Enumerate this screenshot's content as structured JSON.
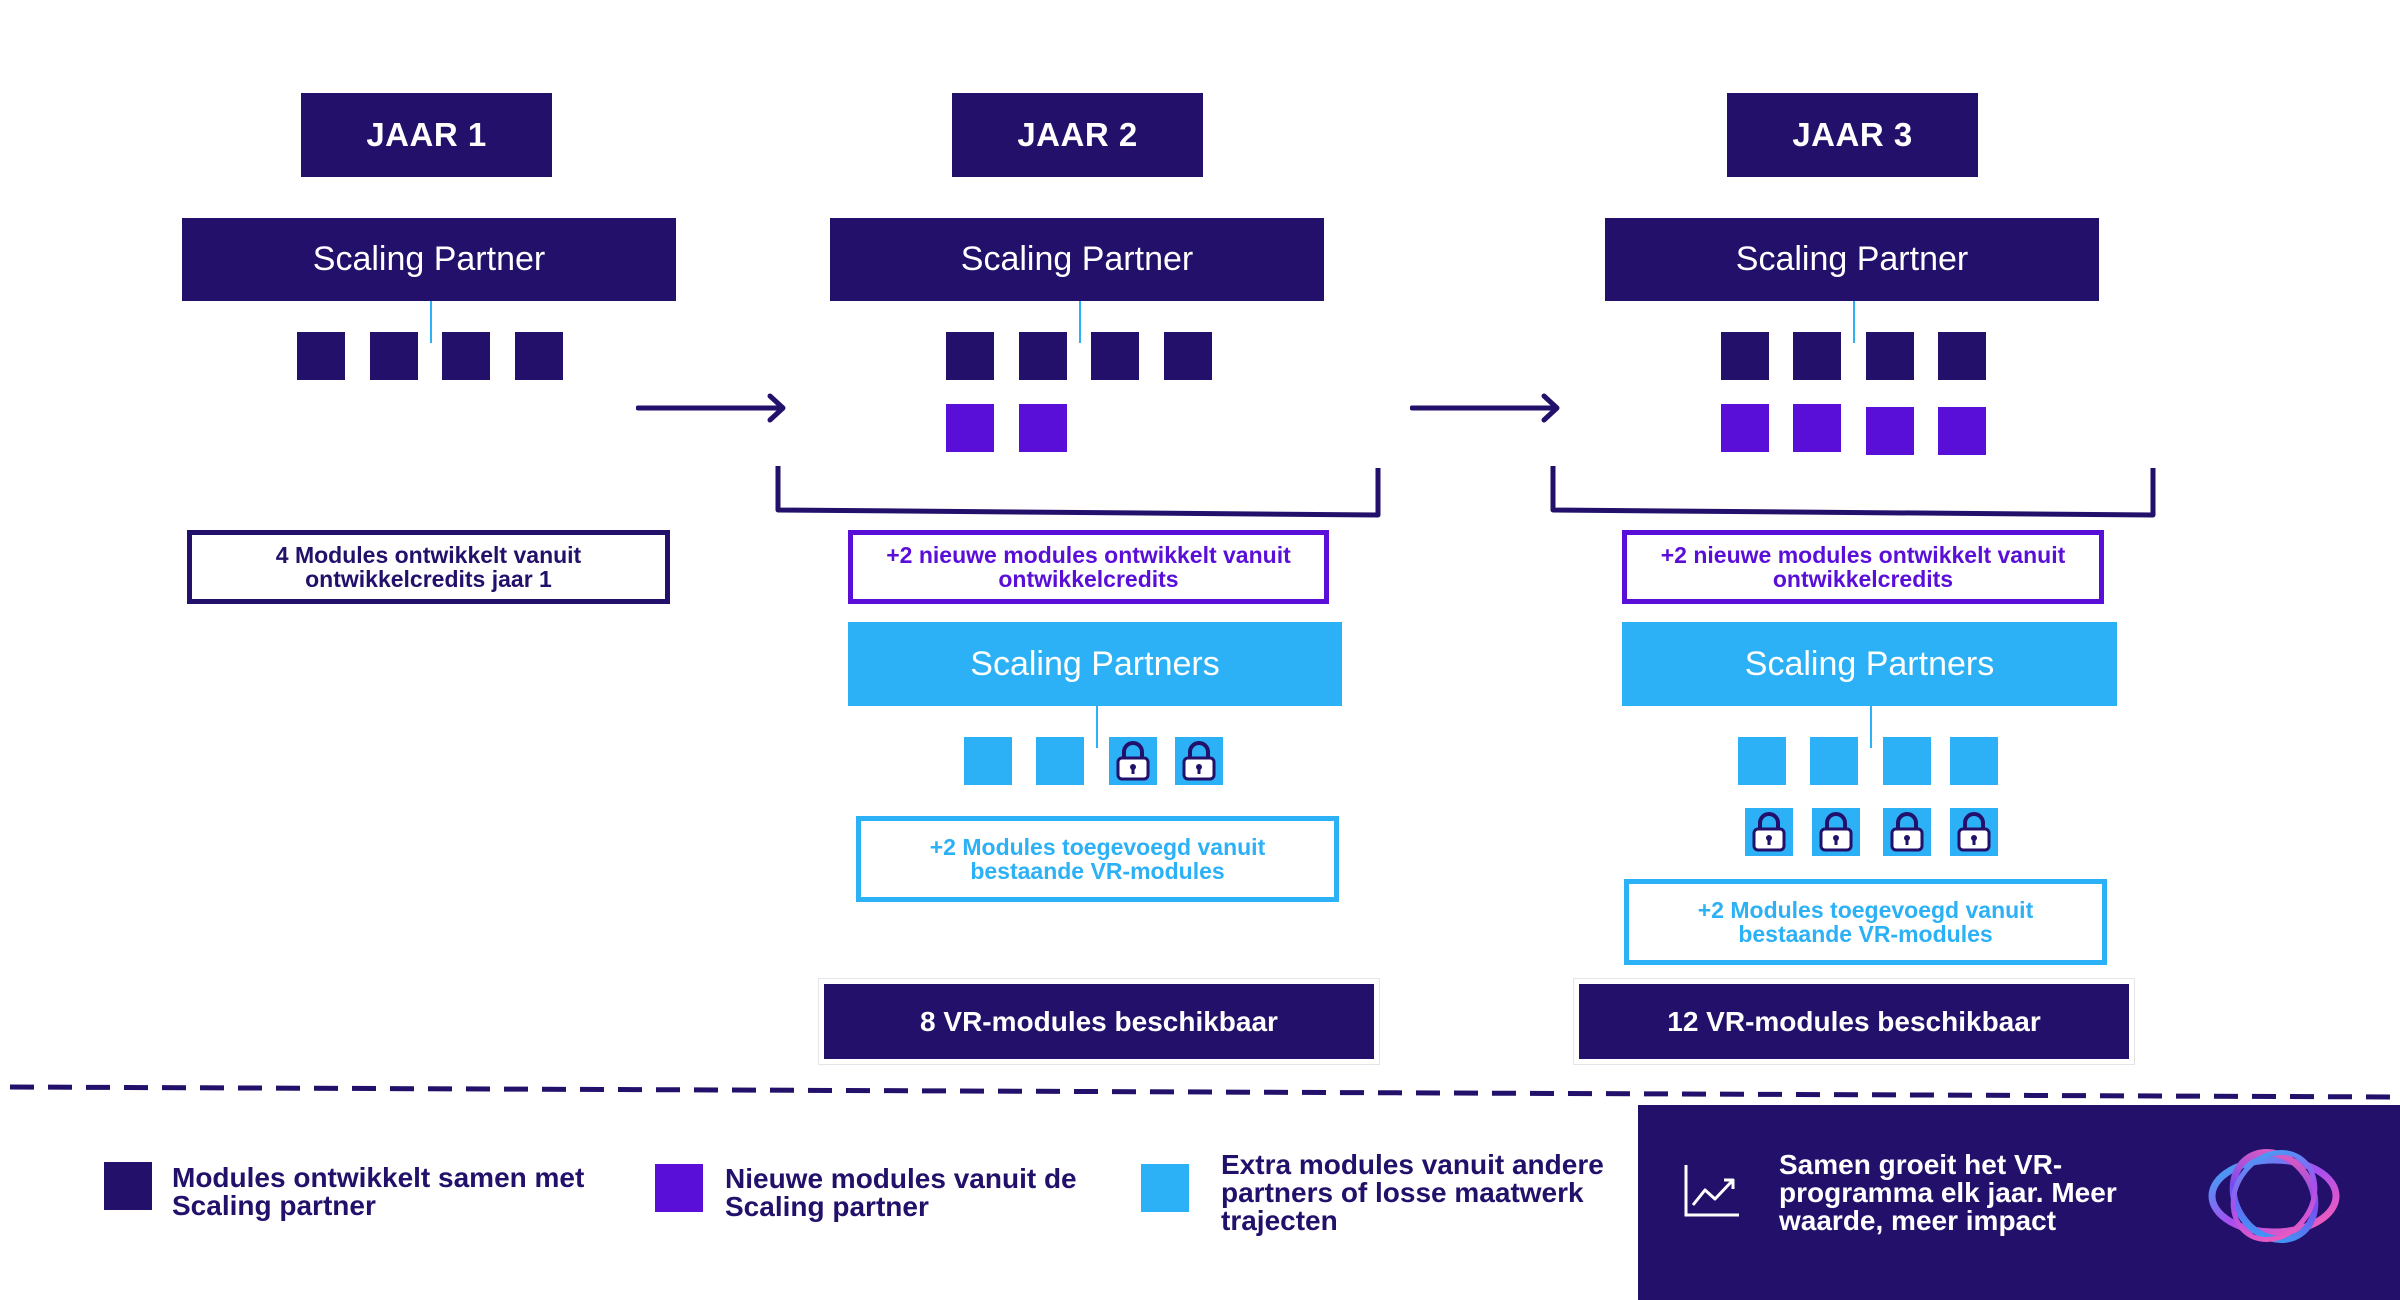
{
  "colors": {
    "navy": "#22106a",
    "violet": "#5a0fd9",
    "light_blue": "#2cb1f6",
    "white": "#ffffff"
  },
  "years": [
    {
      "label": "JAAR 1",
      "partner_label": "Scaling Partner",
      "partner_module_count": 4,
      "new_module_count": 0,
      "new_modules_note": "4 Modules ontwikkelt vanuit ontwikkelcredits jaar 1"
    },
    {
      "label": "JAAR 2",
      "partner_label": "Scaling Partner",
      "partner_module_count": 4,
      "new_module_count": 2,
      "new_modules_note": "+2 nieuwe modules ontwikkelt vanuit ontwikkelcredits",
      "partners_label": "Scaling Partners",
      "extra_unlocked_count": 2,
      "extra_locked_count": 2,
      "extra_modules_note": "+2 Modules toegevoegd vanuit bestaande VR-modules",
      "total_label": "8 VR-modules beschikbaar"
    },
    {
      "label": "JAAR 3",
      "partner_label": "Scaling Partner",
      "partner_module_count": 4,
      "new_module_count": 4,
      "new_modules_note": "+2 nieuwe modules ontwikkelt vanuit ontwikkelcredits",
      "partners_label": "Scaling Partners",
      "extra_unlocked_count": 4,
      "extra_locked_count": 4,
      "extra_modules_note": "+2 Modules toegevoegd vanuit bestaande VR-modules",
      "total_label": "12 VR-modules beschikbaar"
    }
  ],
  "icons": {
    "arrow": "arrow-right-icon",
    "lock": "lock-icon",
    "growth": "growth-chart-icon",
    "logo": "orbit-logo-icon"
  },
  "legend": [
    {
      "color": "#22106a",
      "text": "Modules ontwikkelt samen met Scaling partner"
    },
    {
      "color": "#5a0fd9",
      "text": "Nieuwe modules vanuit de Scaling partner"
    },
    {
      "color": "#2cb1f6",
      "text": "Extra modules vanuit andere partners of losse maatwerk trajecten"
    }
  ],
  "impact": {
    "text": "Samen groeit het VR-programma elk jaar. Meer waarde, meer impact"
  }
}
